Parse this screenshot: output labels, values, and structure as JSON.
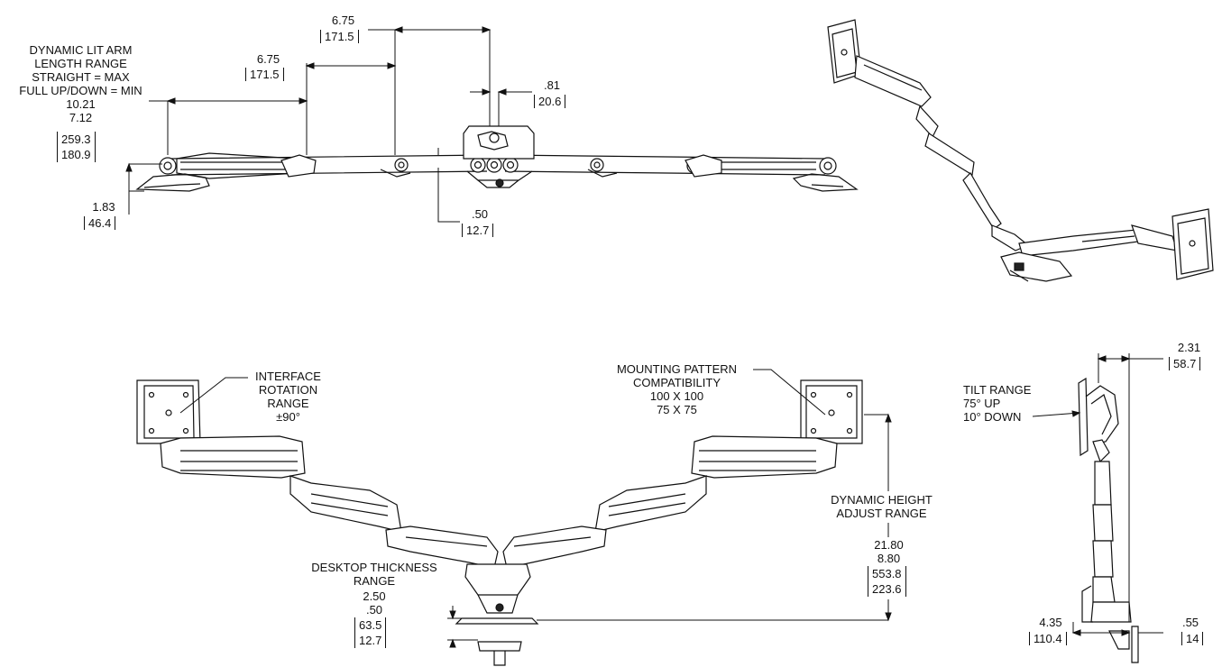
{
  "top_view": {
    "arm_length_title": [
      "DYNAMIC LIT ARM",
      "LENGTH RANGE",
      "STRAIGHT = MAX",
      "FULL UP/DOWN = MIN"
    ],
    "arm_length_in": [
      "10.21",
      "7.12"
    ],
    "arm_length_mm": [
      "259.3",
      "180.9"
    ],
    "segment_a_in": "6.75",
    "segment_a_mm": "171.5",
    "segment_b_in": "6.75",
    "segment_b_mm": "171.5",
    "offset_in": ".81",
    "offset_mm": "20.6",
    "arm_thickness_in": ".50",
    "arm_thickness_mm": "12.7",
    "base_height_in": "1.83",
    "base_height_mm": "46.4"
  },
  "front_view": {
    "rotation_label": [
      "INTERFACE",
      "ROTATION",
      "RANGE",
      "±90°"
    ],
    "mounting_label": [
      "MOUNTING PATTERN",
      "COMPATIBILITY",
      "100 X 100",
      "75 X 75"
    ],
    "height_label": [
      "DYNAMIC HEIGHT",
      "ADJUST RANGE"
    ],
    "height_in": [
      "21.80",
      "8.80"
    ],
    "height_mm": [
      "553.8",
      "223.6"
    ],
    "desk_label": [
      "DESKTOP THICKNESS",
      "RANGE"
    ],
    "desk_in": [
      "2.50",
      ".50"
    ],
    "desk_mm": [
      "63.5",
      "12.7"
    ]
  },
  "side_view": {
    "tilt_label": [
      "TILT RANGE",
      "75° UP",
      "10° DOWN"
    ],
    "depth_in": "2.31",
    "depth_mm": "58.7",
    "reach_in": "4.35",
    "reach_mm": "110.4",
    "clamp_in": ".55",
    "clamp_mm": "14"
  },
  "colors": {
    "line": "#111111",
    "fill": "#ffffff",
    "shade": "#2a2a2a"
  }
}
